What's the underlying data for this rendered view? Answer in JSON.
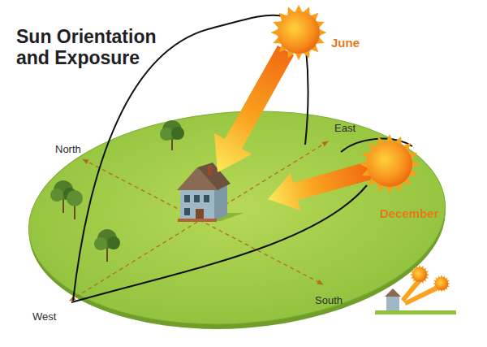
{
  "diagram": {
    "title": "Sun Orientation and Exposure",
    "labels": [
      "June",
      "December",
      "North",
      "East",
      "South",
      "West"
    ]
  }
}
